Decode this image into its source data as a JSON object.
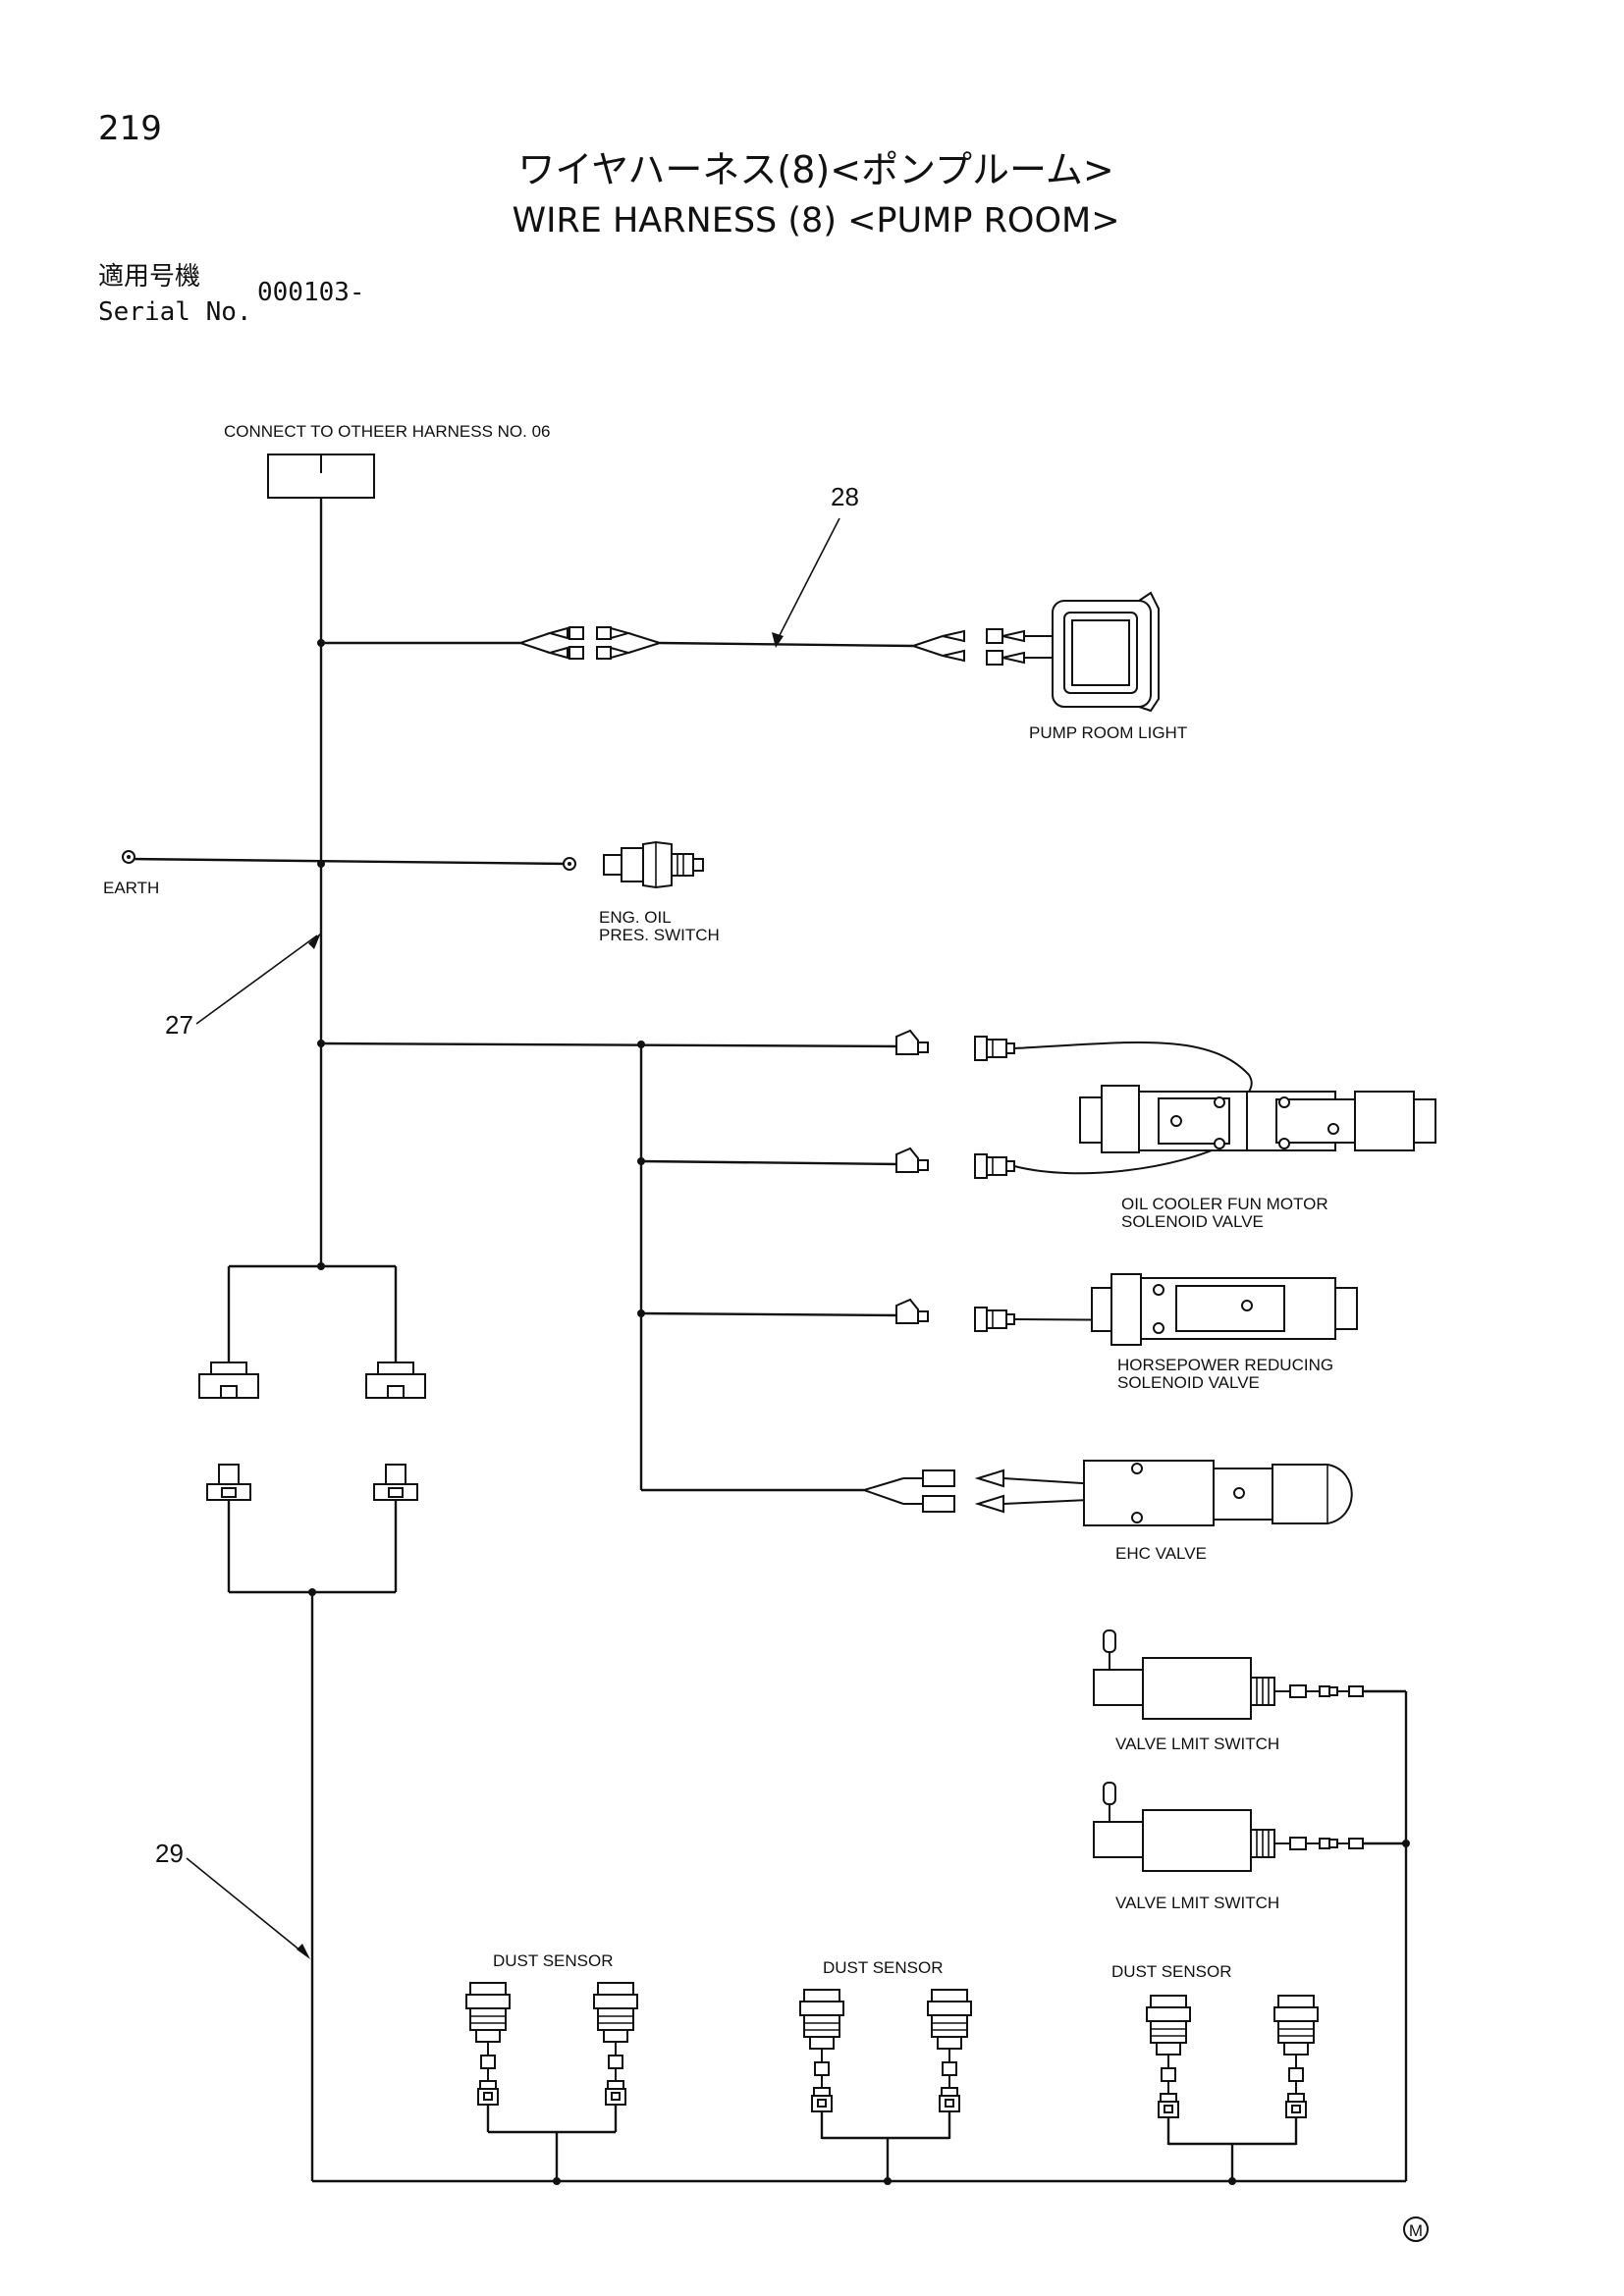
{
  "page": {
    "page_number": "219",
    "title_jp": "ワイヤハーネス(8)<ポンプルーム>",
    "title_en": "WIRE HARNESS (8) <PUMP ROOM>",
    "serial_label_jp": "適用号機",
    "serial_label_en": "Serial No.",
    "serial_value": "000103-",
    "footer_mark": "M"
  },
  "diagram": {
    "connect_label": "CONNECT TO OTHEER HARNESS NO. 06",
    "callouts": [
      "28",
      "27",
      "29"
    ],
    "components": {
      "pump_room_light": "PUMP ROOM LIGHT",
      "earth": "EARTH",
      "eng_oil_line1": "ENG. OIL",
      "eng_oil_line2": "PRES. SWITCH",
      "oil_cooler_line1": "OIL COOLER FUN MOTOR",
      "oil_cooler_line2": "SOLENOID VALVE",
      "horsepower_line1": "HORSEPOWER REDUCING",
      "horsepower_line2": "SOLENOID VALVE",
      "ehc_valve": "EHC VALVE",
      "valve_limit_1": "VALVE LMIT SWITCH",
      "valve_limit_2": "VALVE LMIT SWITCH",
      "dust_sensor_1": "DUST SENSOR",
      "dust_sensor_2": "DUST SENSOR",
      "dust_sensor_3": "DUST SENSOR"
    }
  }
}
